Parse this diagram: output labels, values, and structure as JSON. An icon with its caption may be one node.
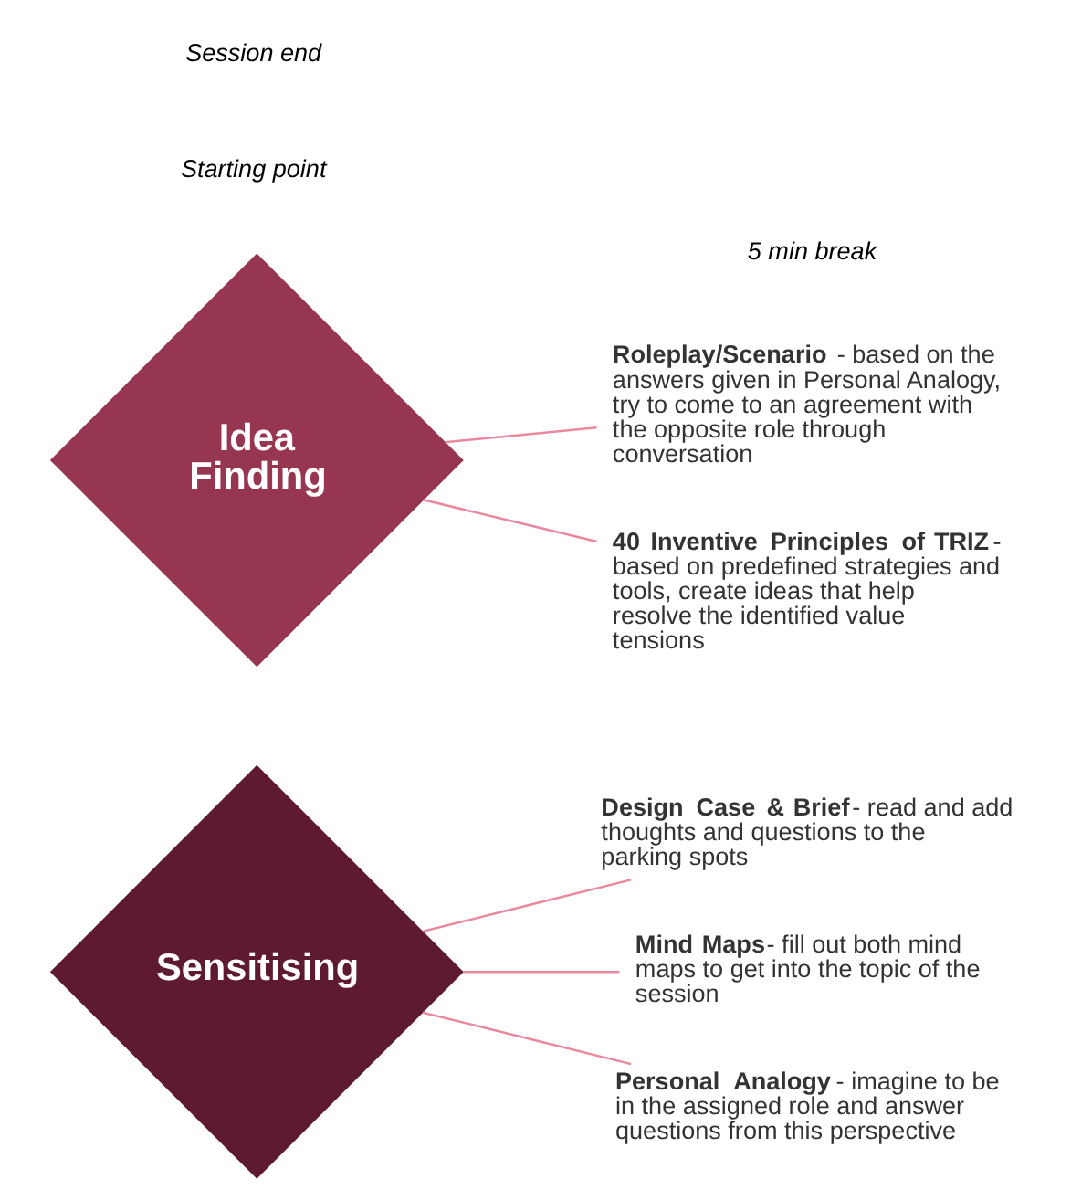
{
  "diagram": {
    "nodes": [
      {
        "text": [
          "Sensitising"
        ]
      },
      {
        "text": [
          "Idea Finding"
        ]
      },
      {
        "text": [
          "Design Case & Brief",
          "- read and add thoughts and questions to the parking spots"
        ]
      },
      {
        "text": [
          "Mind Maps",
          "- fill out both mind maps to get into the topic of the session"
        ]
      },
      {
        "text": [
          "Personal Analogy",
          "- imagine to be in the assigned role and answer questions from this perspective"
        ]
      },
      {
        "text": [
          "Roleplay/Scenario",
          "- based on the answers given in Personal Analogy, try to come to an agreement with the opposite role through conversation"
        ]
      },
      {
        "text": [
          "40 Inventive Principles of TRIZ",
          "- based on predefined strategies and tools, create ideas that help resolve the identified value tensions"
        ]
      }
    ],
    "edges": [
      {
        "from": 2,
        "to": 0,
        "arrow": "none"
      },
      {
        "from": 3,
        "to": 0,
        "arrow": "none"
      },
      {
        "from": 4,
        "to": 0,
        "arrow": "none"
      },
      {
        "from": 5,
        "to": 1,
        "arrow": "none"
      },
      {
        "from": 6,
        "to": 1,
        "arrow": "none"
      }
    ],
    "labels": [
      "Starting point",
      "5 min break",
      "Session end"
    ]
  }
}
